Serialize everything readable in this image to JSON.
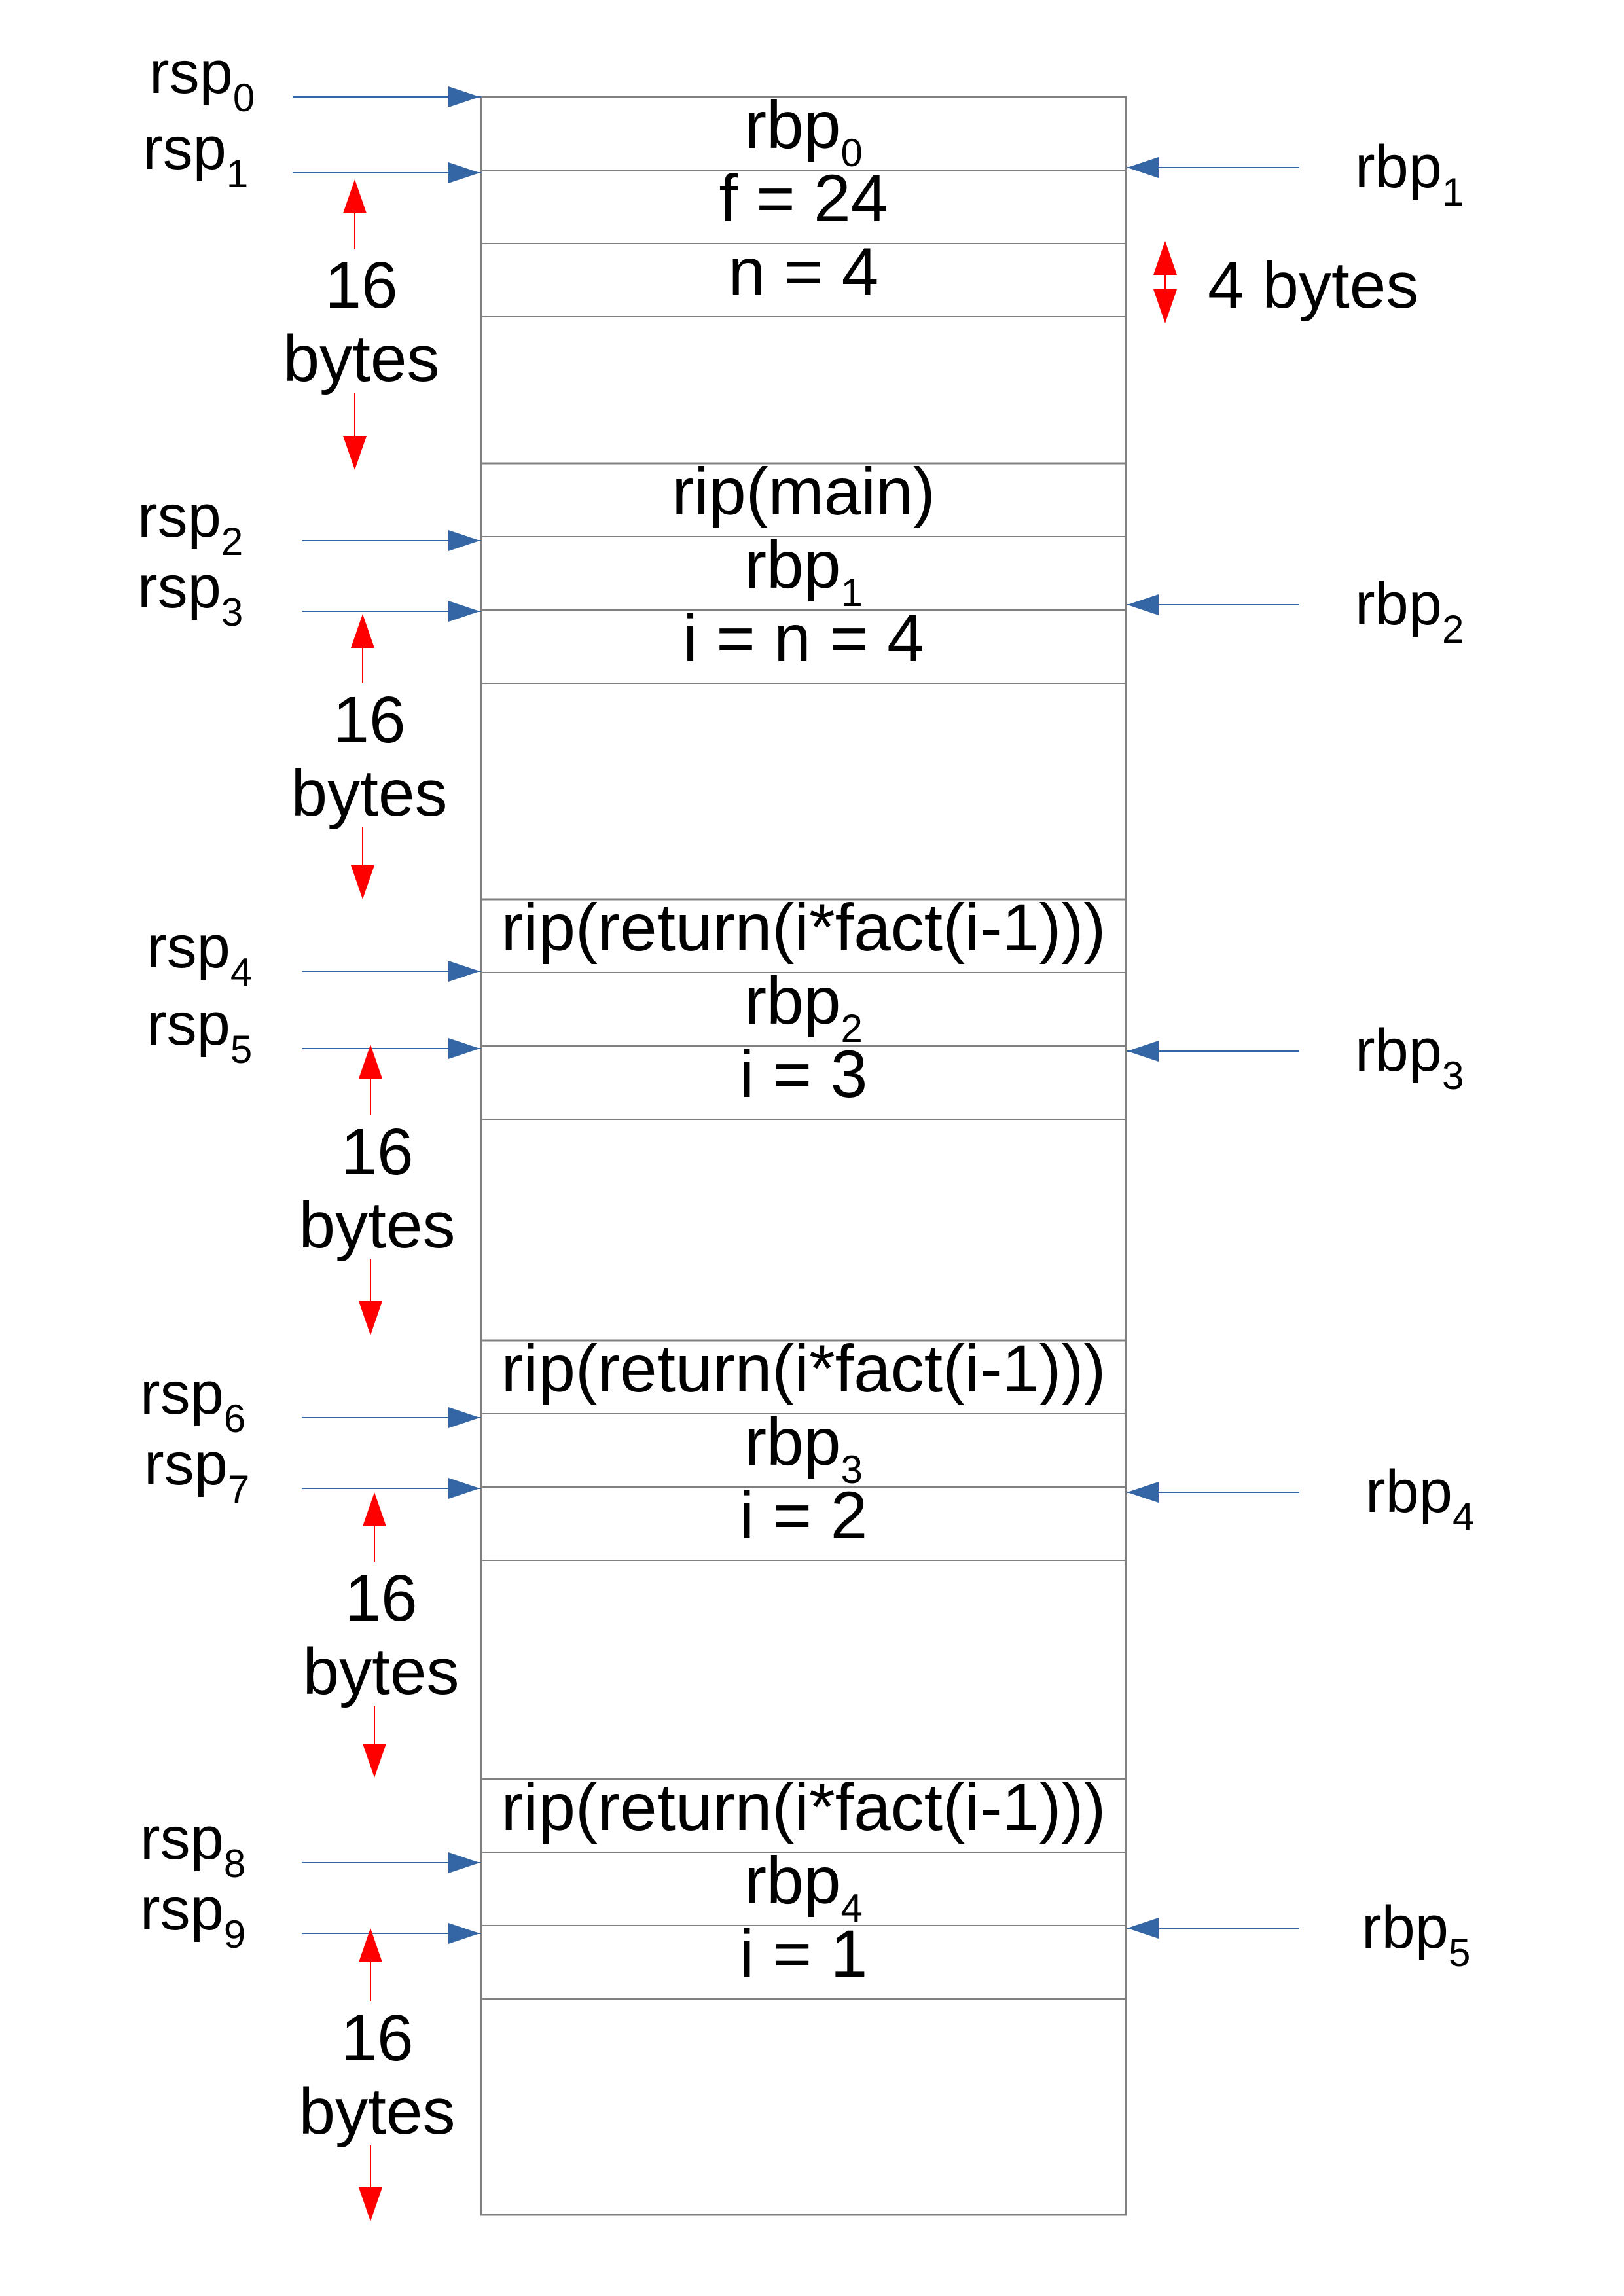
{
  "colors": {
    "pointer_arrow": "#3465a4",
    "size_arrow": "#ff0000",
    "cell_border": "#808080",
    "text": "#000000"
  },
  "stack_cells": [
    {
      "base": "rbp",
      "sub": "0"
    },
    {
      "base": "f = 24",
      "sub": ""
    },
    {
      "base": "n = 4",
      "sub": ""
    },
    {
      "base": "",
      "sub": ""
    },
    {
      "base": "rip(main)",
      "sub": ""
    },
    {
      "base": "rbp",
      "sub": "1"
    },
    {
      "base": "i = n = 4",
      "sub": ""
    },
    {
      "base": "",
      "sub": ""
    },
    {
      "base": "rip(return(i*fact(i-1)))",
      "sub": ""
    },
    {
      "base": "rbp",
      "sub": "2"
    },
    {
      "base": "i = 3",
      "sub": ""
    },
    {
      "base": "",
      "sub": ""
    },
    {
      "base": "rip(return(i*fact(i-1)))",
      "sub": ""
    },
    {
      "base": "rbp",
      "sub": "3"
    },
    {
      "base": "i = 2",
      "sub": ""
    },
    {
      "base": "",
      "sub": ""
    },
    {
      "base": "rip(return(i*fact(i-1)))",
      "sub": ""
    },
    {
      "base": "rbp",
      "sub": "4"
    },
    {
      "base": "i = 1",
      "sub": ""
    },
    {
      "base": "",
      "sub": ""
    }
  ],
  "rsp_pointers": [
    {
      "base": "rsp",
      "sub": "0"
    },
    {
      "base": "rsp",
      "sub": "1"
    },
    {
      "base": "rsp",
      "sub": "2"
    },
    {
      "base": "rsp",
      "sub": "3"
    },
    {
      "base": "rsp",
      "sub": "4"
    },
    {
      "base": "rsp",
      "sub": "5"
    },
    {
      "base": "rsp",
      "sub": "6"
    },
    {
      "base": "rsp",
      "sub": "7"
    },
    {
      "base": "rsp",
      "sub": "8"
    },
    {
      "base": "rsp",
      "sub": "9"
    }
  ],
  "rbp_pointers": [
    {
      "base": "rbp",
      "sub": "1"
    },
    {
      "base": "rbp",
      "sub": "2"
    },
    {
      "base": "rbp",
      "sub": "3"
    },
    {
      "base": "rbp",
      "sub": "4"
    },
    {
      "base": "rbp",
      "sub": "5"
    }
  ],
  "frame_size_labels": [
    {
      "value": "16",
      "unit": "bytes"
    },
    {
      "value": "16",
      "unit": "bytes"
    },
    {
      "value": "16",
      "unit": "bytes"
    },
    {
      "value": "16",
      "unit": "bytes"
    },
    {
      "value": "16",
      "unit": "bytes"
    }
  ],
  "slot_size_label": "4 bytes"
}
